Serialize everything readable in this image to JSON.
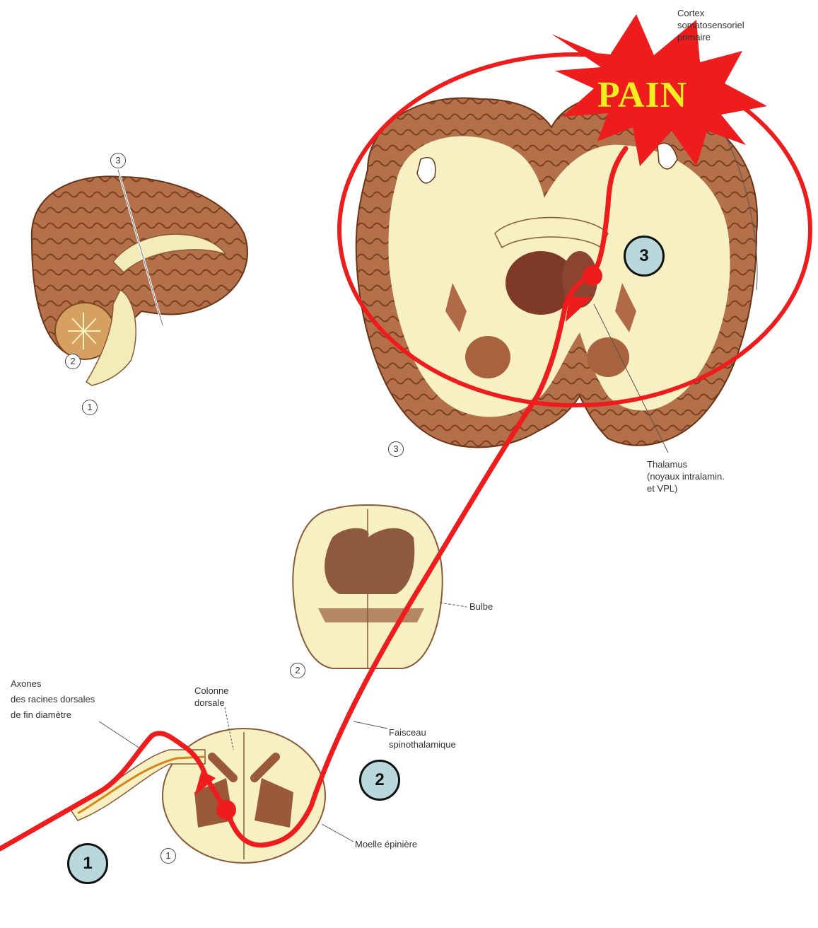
{
  "labels": {
    "cortex_line1": "Cortex",
    "cortex_line2": "somatosensoriel",
    "cortex_line3": "primaire",
    "thalamus_line1": "Thalamus",
    "thalamus_line2": "(noyaux intralamin.",
    "thalamus_line3": "et VPL)",
    "bulbe": "Bulbe",
    "axones_line1": "Axones",
    "axones_line2": "des racines dorsales",
    "axones_line3": "de fin diamètre",
    "colonne_line1": "Colonne",
    "colonne_line2": "dorsale",
    "faisceau_line1": "Faisceau",
    "faisceau_line2": "spinothalamique",
    "moelle": "Moelle épinière",
    "pain": "PAIN"
  },
  "section_markers": {
    "brain_top": "3",
    "brain_mid": "2",
    "brain_bottom": "1",
    "coronal": "3",
    "medulla": "2",
    "spinal": "1"
  },
  "stage_badges": {
    "one": "1",
    "two": "2",
    "three": "3"
  },
  "colors": {
    "pathway": "#ee1c1c",
    "badge_fill": "#b8d8dc",
    "starburst": "#ee1c1c",
    "pain_text": "#f4ee21",
    "tissue_light": "#f6f0c2",
    "tissue_dark": "#9a5a3a"
  }
}
